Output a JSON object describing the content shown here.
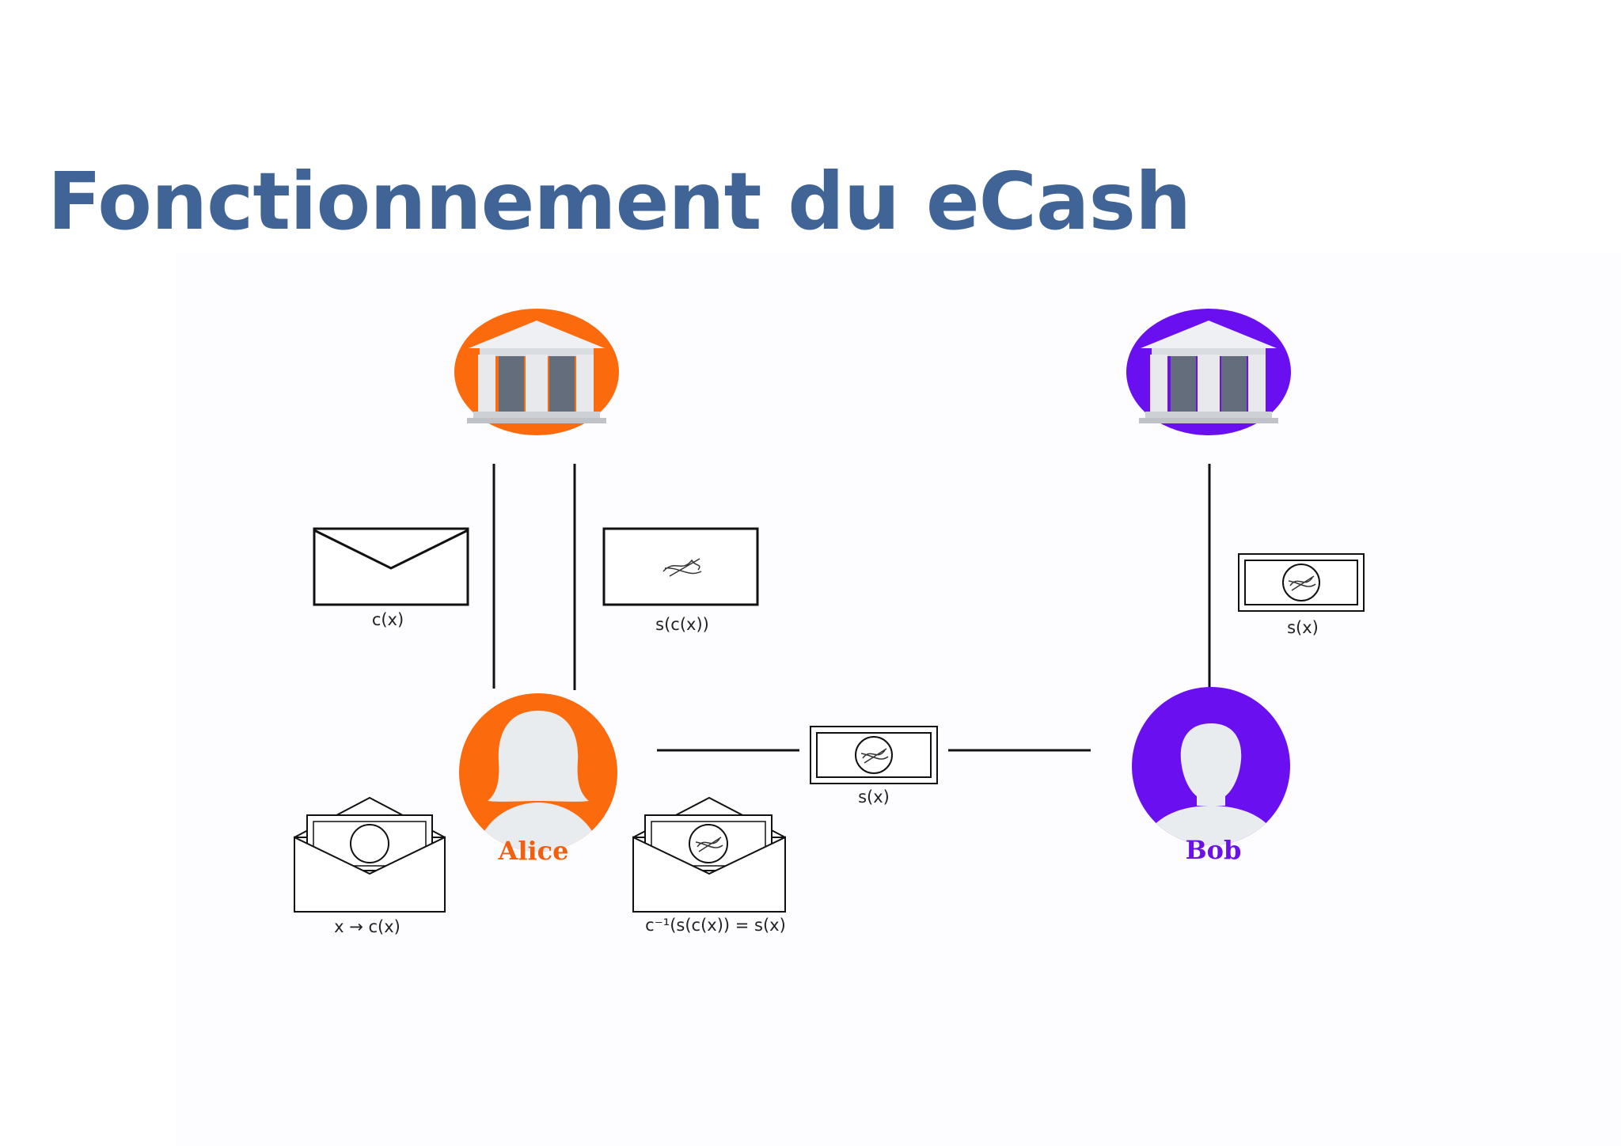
{
  "title": "Fonctionnement du eCash",
  "actors": {
    "alice": "Alice",
    "bob": "Bob"
  },
  "labels": {
    "blinded": "c(x)",
    "signed_blinded": "s(c(x))",
    "blinding_step": "x → c(x)",
    "unblinding_step": "c⁻¹(s(c(x)) = s(x)",
    "transfer": "s(x)",
    "deposit": "s(x)"
  },
  "colors": {
    "title": "#3f6495",
    "alice": "#fb6a0c",
    "bob": "#6a10f0",
    "alice_text": "#f06010",
    "bob_text": "#6a10e8"
  },
  "icons": [
    "bank-icon",
    "person-female-icon",
    "person-male-icon",
    "envelope-icon",
    "signed-note-icon",
    "open-envelope-icon"
  ]
}
